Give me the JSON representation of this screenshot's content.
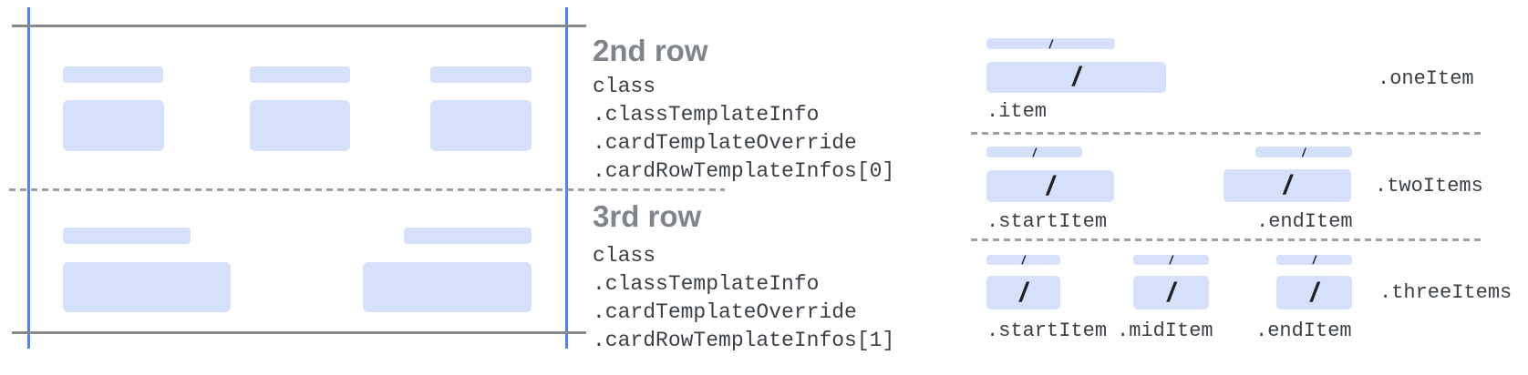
{
  "colors": {
    "bar_fill": "#d5e1fa",
    "edge_blue": "#4e82ee",
    "line_gray": "#85898d",
    "dash_gray": "#9aa0a6",
    "heading_gray": "#7f858a",
    "code_text": "#3a4045",
    "slash_color": "#202124"
  },
  "glyph": {
    "slash": "/"
  },
  "specs": [
    {
      "heading": "2nd row",
      "code": [
        "class",
        ".classTemplateInfo",
        ".cardTemplateOverride",
        ".cardRowTemplateInfos[0]"
      ]
    },
    {
      "heading": "3rd row",
      "code": [
        "class",
        ".classTemplateInfo",
        ".cardTemplateOverride",
        ".cardRowTemplateInfos[1]"
      ]
    }
  ],
  "templates": [
    {
      "name": ".oneItem",
      "items": [
        ".item"
      ]
    },
    {
      "name": ".twoItems",
      "items": [
        ".startItem",
        ".endItem"
      ]
    },
    {
      "name": ".threeItems",
      "items": [
        ".startItem",
        ".midItem",
        ".endItem"
      ]
    }
  ]
}
